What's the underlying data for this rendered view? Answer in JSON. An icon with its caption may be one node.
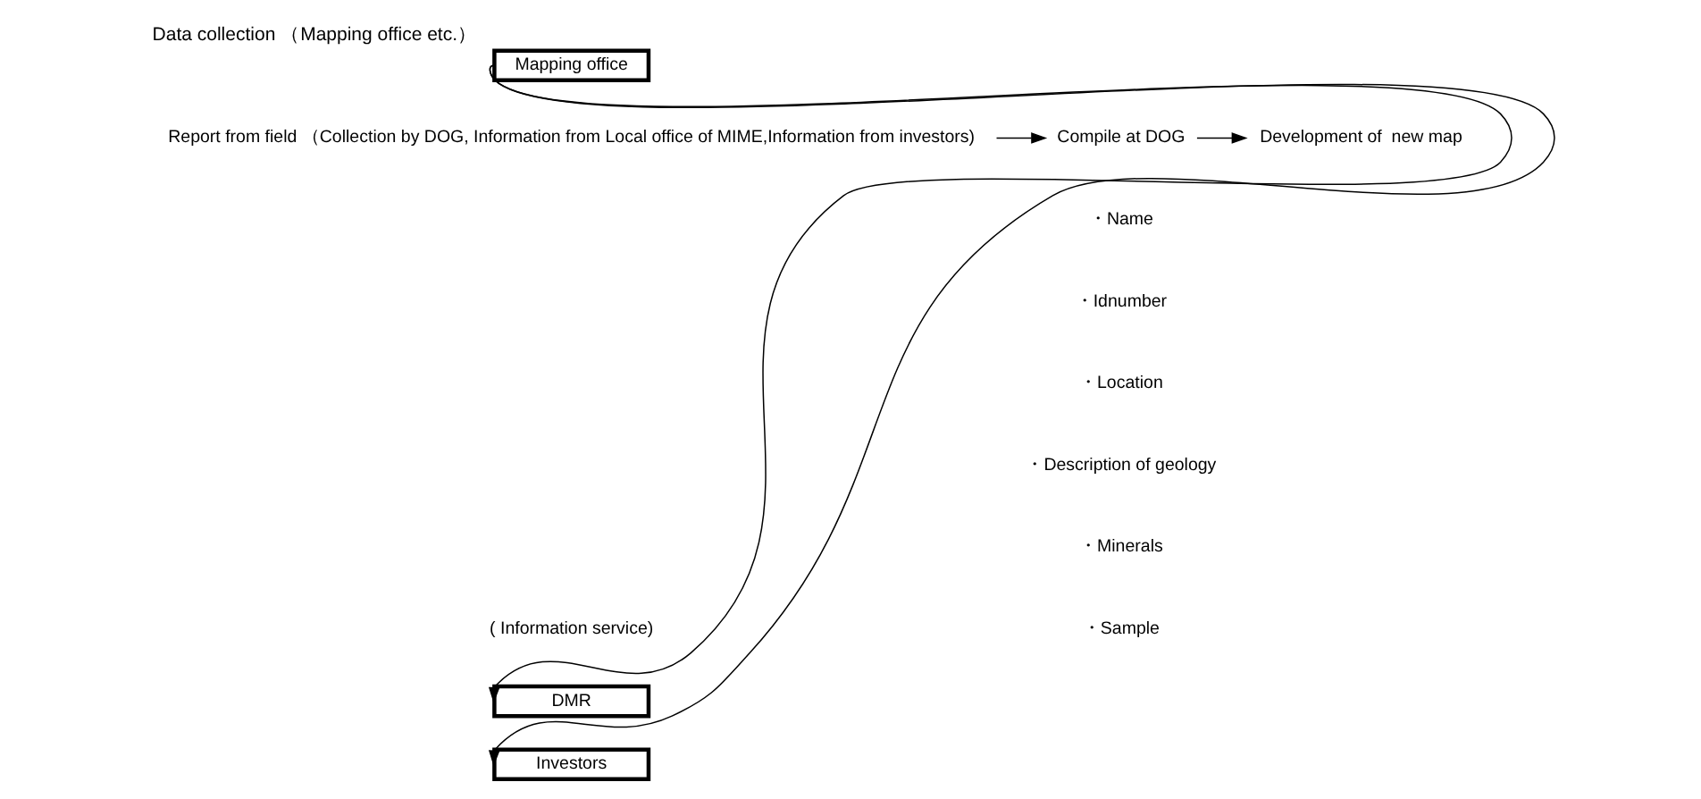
{
  "diagram": {
    "title": "Data collection （Mapping office etc.）",
    "nodes": [
      {
        "text": [
          "Mapping office"
        ]
      },
      {
        "text": [
          "Report from field （Collection by DOG, Information from Local office of MIME,Information from investors)"
        ]
      },
      {
        "text": [
          "Compile at DOG"
        ]
      },
      {
        "text": [
          "Development of  new map"
        ]
      },
      {
        "text": [
          "DMR"
        ]
      },
      {
        "text": [
          "Investors"
        ]
      }
    ],
    "edges": [
      {
        "from": 1,
        "to": 2,
        "arrow": "to"
      },
      {
        "from": 2,
        "to": 3,
        "arrow": "to"
      },
      {
        "from": 0,
        "to": 4,
        "arrow": "to"
      },
      {
        "from": 0,
        "to": 5,
        "arrow": "to"
      }
    ],
    "labels": [
      "・Name",
      "・Idnumber",
      "・Location",
      "・Description of geology",
      "・Minerals",
      "( Information service)",
      "・Sample"
    ]
  }
}
